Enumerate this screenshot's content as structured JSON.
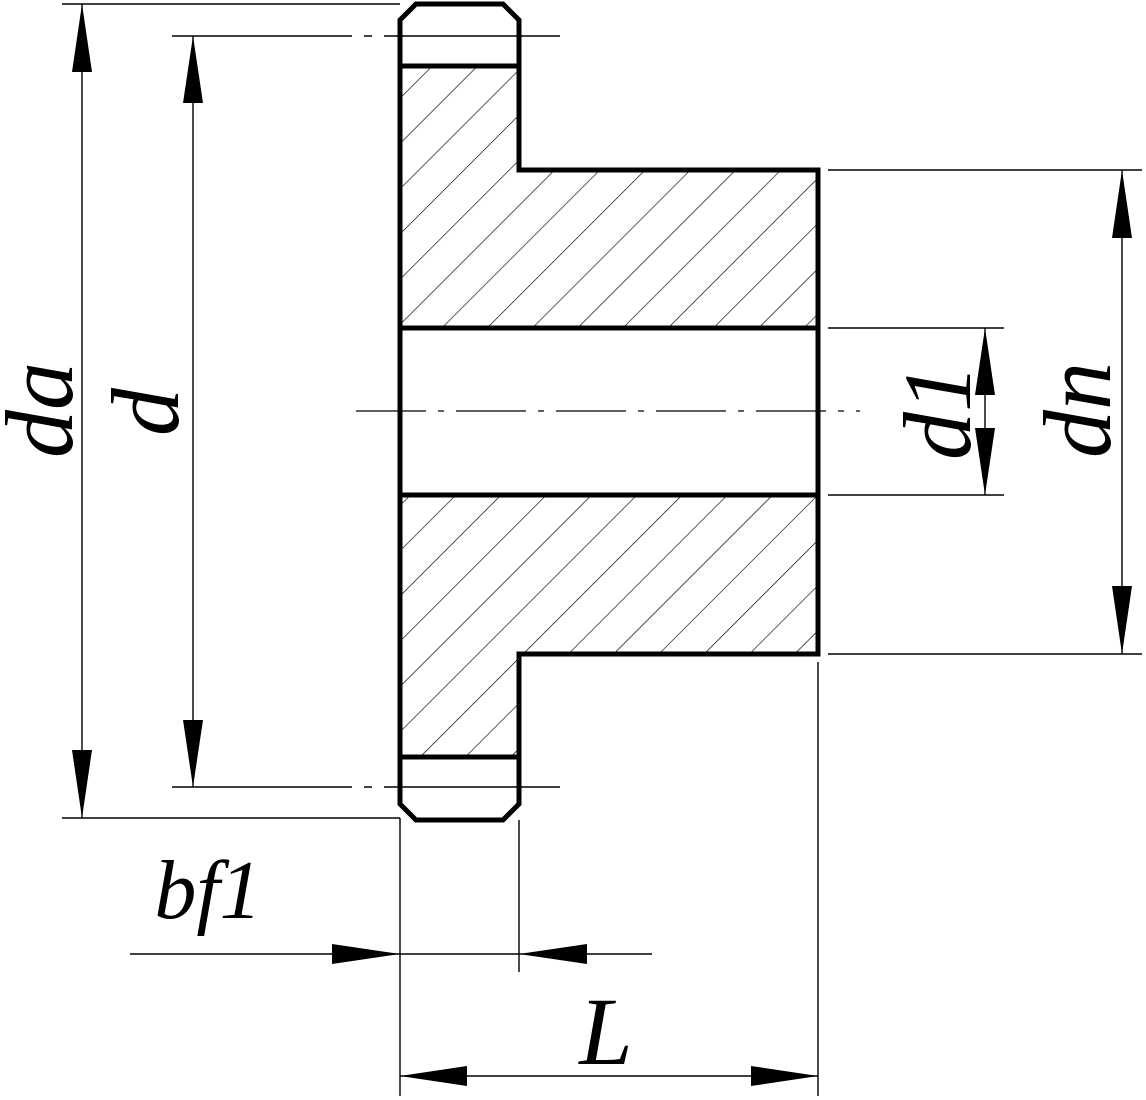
{
  "labels": {
    "da": "da",
    "d": "d",
    "d1": "d1",
    "dn": "dn",
    "bf1": "bf1",
    "L": "L"
  },
  "hatch": {
    "direction": "diagonal-45",
    "style": "thin-lines"
  }
}
